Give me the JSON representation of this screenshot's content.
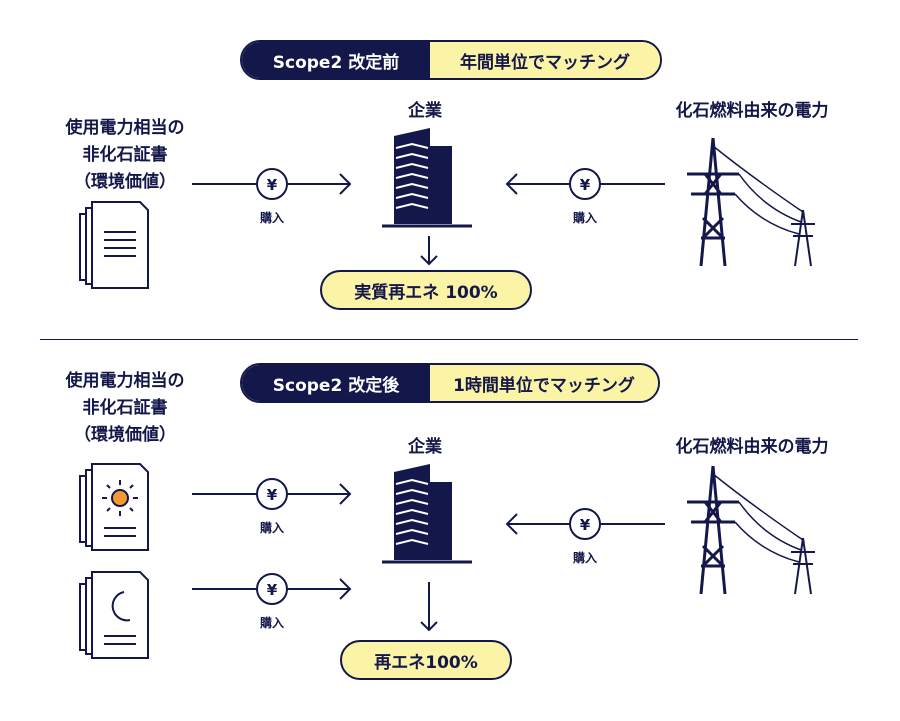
{
  "before": {
    "pill_left": "Scope2 改定前",
    "pill_right": "年間単位でマッチング",
    "certificate_label": [
      "使用電力相当の",
      "非化石証書",
      "（環境価値）"
    ],
    "company_label": "企業",
    "power_label": "化石燃料由来の電力",
    "purchase_label_left": "購入",
    "purchase_label_right": "購入",
    "result": "実質再エネ 100%"
  },
  "after": {
    "pill_left": "Scope2 改定後",
    "pill_right": "1時間単位でマッチング",
    "certificate_label": [
      "使用電力相当の",
      "非化石証書",
      "（環境価値）"
    ],
    "company_label": "企業",
    "power_label": "化石燃料由来の電力",
    "purchase_label_sun": "購入",
    "purchase_label_moon": "購入",
    "purchase_label_right": "購入",
    "result": "再エネ100%"
  },
  "icons": {
    "yen": "¥",
    "certificate": "document-stack-icon",
    "sun_certificate": "sun-document-icon",
    "moon_certificate": "moon-document-icon",
    "building": "building-icon",
    "tower": "power-tower-icon"
  },
  "colors": {
    "navy": "#13174a",
    "highlight": "#fbf4a6",
    "sun": "#f29a2e",
    "moon": "#f5d324"
  }
}
